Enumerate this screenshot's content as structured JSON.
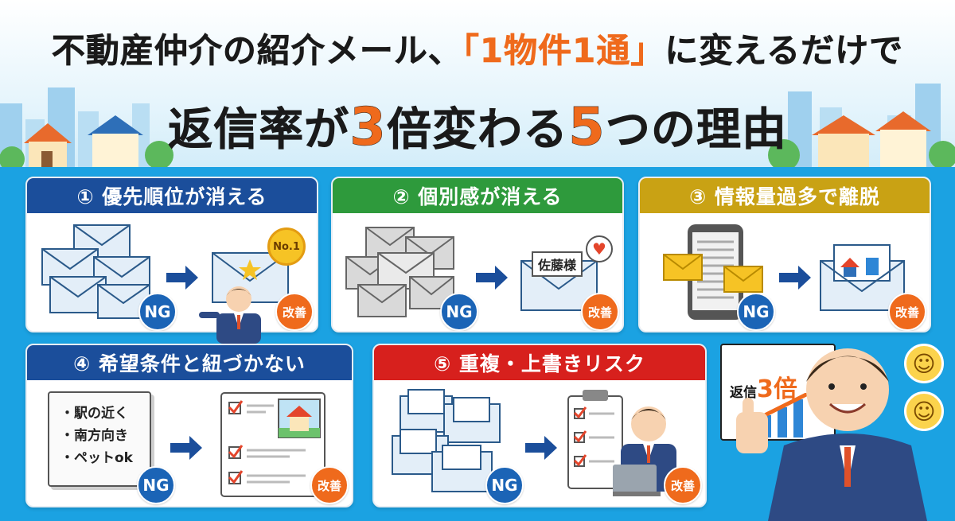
{
  "title": {
    "line1_a": "不動産仲介の紹介メール、",
    "line1_hl": "「1物件1通」",
    "line1_b": "に変えるだけで",
    "line2_a": "返信率が",
    "line2_num1": "3",
    "line2_b": "倍変わる",
    "line2_num2": "5",
    "line2_c": "つの理由"
  },
  "cards": [
    {
      "label": "① 優先順位が消える",
      "color": "#1b4e9b",
      "ng": "NG",
      "ok": "改善",
      "badge_text": "No.1"
    },
    {
      "label": "② 個別感が消える",
      "color": "#2e9a3c",
      "ng": "NG",
      "ok": "改善",
      "tag": "佐藤様"
    },
    {
      "label": "③ 情報量過多で離脱",
      "color": "#c9a214",
      "ng": "NG",
      "ok": "改善"
    },
    {
      "label": "④ 希望条件と紐づかない",
      "color": "#1b4e9b",
      "ng": "NG",
      "ok": "改善",
      "memo": [
        "・駅の近く",
        "・南方向き",
        "・ペットok"
      ]
    },
    {
      "label": "⑤ 重複・上書きリスク",
      "color": "#d7201d",
      "ng": "NG",
      "ok": "改善"
    }
  ],
  "result": {
    "text": "返信",
    "num": "3倍"
  },
  "colors": {
    "accent": "#ef6a1c",
    "sky": "#1ba2e2",
    "navy": "#1b64b6"
  }
}
